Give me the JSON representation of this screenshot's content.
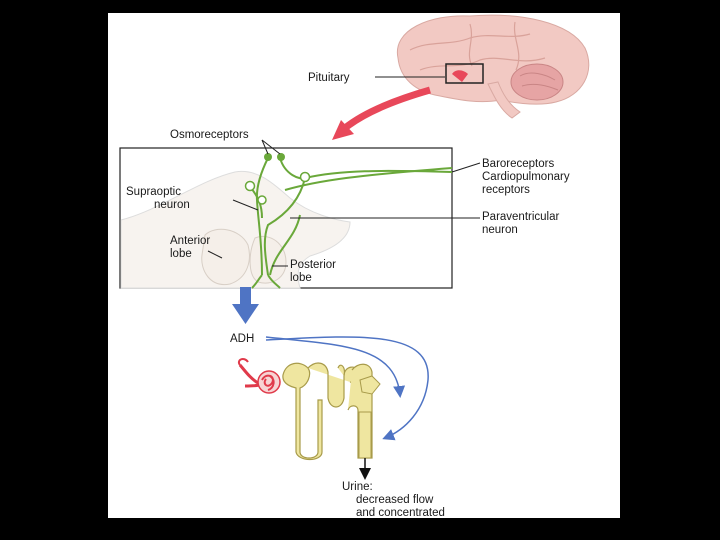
{
  "labels": {
    "pituitary": "Pituitary",
    "osmoreceptors": "Osmoreceptors",
    "baroreceptors_1": "Baroreceptors",
    "baroreceptors_2": "Cardiopulmonary",
    "baroreceptors_3": "receptors",
    "supraoptic_1": "Supraoptic",
    "supraoptic_2": "neuron",
    "paraventricular_1": "Paraventricular",
    "paraventricular_2": "neuron",
    "anterior_1": "Anterior",
    "anterior_2": "lobe",
    "posterior_1": "Posterior",
    "posterior_2": "lobe",
    "adh": "ADH",
    "urine_1": "Urine:",
    "urine_2": "decreased flow",
    "urine_3": "and concentrated"
  },
  "colors": {
    "background": "#000000",
    "panel": "#ffffff",
    "brain": "#f2c9c3",
    "nerve": "#6aa83a",
    "red_arrow": "#e8485a",
    "blue_arrow": "#4f74c4",
    "tubule": "#efe6a0",
    "glomerulus": "#e03a4a"
  }
}
